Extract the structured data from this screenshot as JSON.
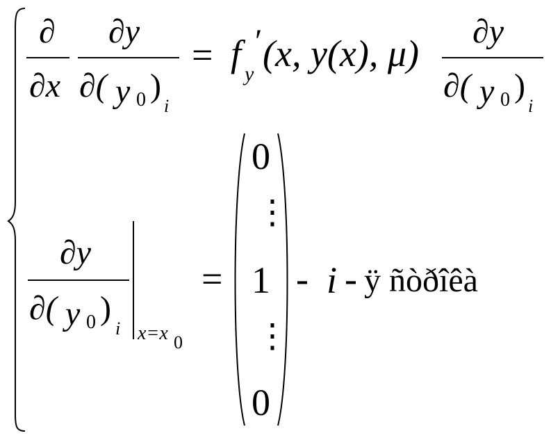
{
  "equation1": {
    "partial_sym": "∂",
    "d_dx_den": "∂x",
    "dy_num": "∂y",
    "den_open": "∂(",
    "y": "y",
    "sub0": "0",
    "close": ")",
    "sub_i": "i",
    "equals": "=",
    "f": "f",
    "prime": "′",
    "sub_y": "y",
    "args": "(x, y(x), μ)",
    "rhs_num": "∂y"
  },
  "equation2": {
    "dy_num": "∂y",
    "den_open": "∂(",
    "y": "y",
    "sub0": "0",
    "close": ")",
    "sub_i": "i",
    "eval_at": "x=x",
    "eval_sub": "0",
    "equals": "=",
    "vector": [
      "0",
      "⋮",
      "1",
      "⋮",
      "0"
    ],
    "dash1": "-",
    "i": "i",
    "dash2": "-",
    "garbled_text": "ÿ ñòðîêà"
  }
}
